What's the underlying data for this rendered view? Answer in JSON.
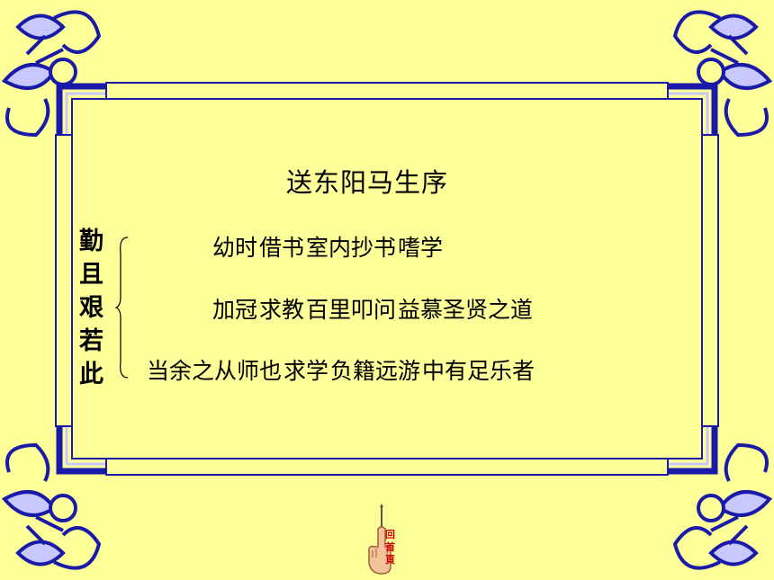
{
  "title": "送东阳马生序",
  "side_chars": [
    "勤",
    "且",
    "艰",
    "若",
    "此"
  ],
  "rows": [
    {
      "items": [
        "幼时",
        "借书",
        "室内抄书",
        "嗜学"
      ]
    },
    {
      "items": [
        "加冠",
        "求教",
        "百里叩问",
        "益慕圣贤之道"
      ]
    },
    {
      "items": [
        "当余之从师也",
        "求学",
        "负籍远游",
        "中有足乐者"
      ]
    }
  ],
  "home_button": {
    "label": "回首頁",
    "chars": [
      "回",
      "首",
      "頁"
    ]
  },
  "colors": {
    "background": "#ffff99",
    "frame": "#1a1aa8",
    "frame_light": "#c8c8ff",
    "home_text": "#d40000"
  }
}
